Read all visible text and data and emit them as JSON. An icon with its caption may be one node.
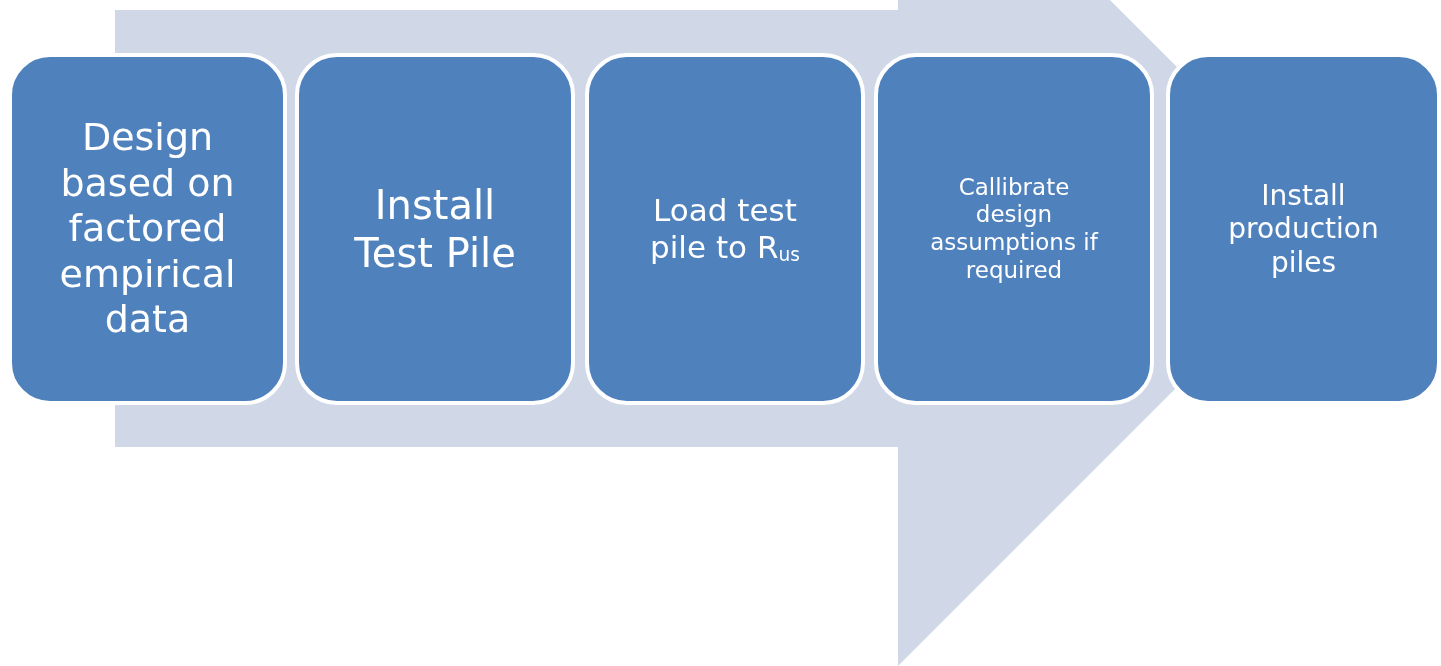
{
  "diagram": {
    "nodes": [
      {
        "text": [
          "Design based on factored empirical data"
        ]
      },
      {
        "text": [
          "Install Test Pile"
        ]
      },
      {
        "text": [
          "Load test pile to R$_{us}$"
        ]
      },
      {
        "text": [
          "Callibrate design assumptions if required"
        ]
      },
      {
        "text": [
          "Install production piles"
        ]
      }
    ],
    "edges": [
      {
        "from": 0,
        "to": 4,
        "arrow": "to"
      }
    ]
  }
}
